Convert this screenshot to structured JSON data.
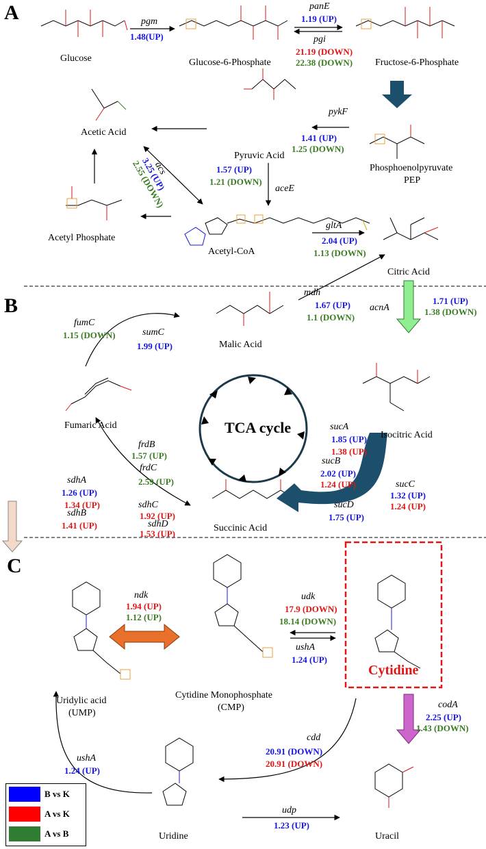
{
  "sections": {
    "a": "A",
    "b": "B",
    "c": "C"
  },
  "metabolites": {
    "glucose": "Glucose",
    "g6p": "Glucose-6-Phosphate",
    "f6p": "Fructose-6-Phosphate",
    "acetic": "Acetic Acid",
    "pyruvic": "Pyruvic Acid",
    "pep1": "Phosphoenolpyruvate",
    "pep2": "PEP",
    "acetylp": "Acetyl Phosphate",
    "acetylcoa": "Acetyl-CoA",
    "citric": "Citric Acid",
    "malic": "Malic Acid",
    "isocitric": "Isocitric Acid",
    "fumaric": "Fumaric Acid",
    "succinic": "Succinic Acid",
    "ump1": "Uridylic acid",
    "ump2": "(UMP)",
    "cmp1": "Cytidine Monophosphate",
    "cmp2": "(CMP)",
    "cytidine": "Cytidine",
    "uridine": "Uridine",
    "uracil": "Uracil"
  },
  "tca_label": "TCA cycle",
  "genes": {
    "pgm": "pgm",
    "panE": "panE",
    "pgi": "pgi",
    "pykF": "pykF",
    "acs": "acs",
    "aceE": "aceE",
    "gltA": "gltA",
    "mdh": "mdh",
    "acnA": "acnA",
    "fumC": "fumC",
    "sumC": "sumC",
    "sucA": "sucA",
    "sucB": "sucB",
    "sucC": "sucC",
    "sucD": "sucD",
    "frdB": "frdB",
    "frdC": "frdC",
    "sdhA": "sdhA",
    "sdhB": "sdhB",
    "sdhC": "sdhC",
    "sdhD": "sdhD",
    "ndk": "ndk",
    "udk": "udk",
    "ushA1": "ushA",
    "ushA2": "ushA",
    "codA": "codA",
    "cdd": "cdd",
    "udp": "udp"
  },
  "values": {
    "pgm_b": "1.48(UP)",
    "panE_b": "1.19 (UP)",
    "pgi_r": "21.19 (DOWN)",
    "pgi_g": "22.38 (DOWN)",
    "pykF_b": "1.41 (UP)",
    "pykF_g": "1.25 (DOWN)",
    "acs_b": "3.25 (UP)",
    "acs_g": "2.55 (DOWN)",
    "aceE_b": "1.57 (UP)",
    "aceE_g": "1.21 (DOWN)",
    "gltA_b": "2.04 (UP)",
    "gltA_g": "1.13 (DOWN)",
    "mdh_b": "1.67 (UP)",
    "mdh_g": "1.1 (DOWN)",
    "acnA_b": "1.71 (UP)",
    "acnA_g": "1.38 (DOWN)",
    "fumC_g": "1.15 (DOWN)",
    "sumC_b": "1.99 (UP)",
    "sucA_b": "1.85 (UP)",
    "sucA_r": "1.38 (UP)",
    "sucB_b": "2.02 (UP)",
    "sucB_r": "1.24 (UP)",
    "sucC_b": "1.32 (UP)",
    "sucC_r": "1.24 (UP)",
    "sucD_b": "1.75 (UP)",
    "frdB_g": "1.57 (UP)",
    "frdC_g": "2.59 (UP)",
    "sdhA_b": "1.26 (UP)",
    "sdhA_r": "1.34 (UP)",
    "sdhB_r": "1.41 (UP)",
    "sdhC_r": "1.92 (UP)",
    "sdhD_r": "1.53 (UP)",
    "ndk_r": "1.94 (UP)",
    "ndk_g": "1.12 (UP)",
    "udk_r": "17.9 (DOWN)",
    "udk_g": "18.14 (DOWN)",
    "ushA1_b": "1.24 (UP)",
    "codA_b": "2.25 (UP)",
    "codA_g": "1.43 (DOWN)",
    "cdd_b": "20.91 (DOWN)",
    "cdd_r": "20.91 (DOWN)",
    "ushA2_b": "1.24 (UP)",
    "udp_b": "1.23 (UP)"
  },
  "legend": [
    {
      "label": "B vs K",
      "color": "#0000ff"
    },
    {
      "label": "A vs K",
      "color": "#ff0000"
    },
    {
      "label": "A vs B",
      "color": "#2e7d32"
    }
  ],
  "colors": {
    "blue": "#1515e0",
    "red": "#e01515",
    "green": "#3a7d22",
    "dark_arrow": "#1b4f6b"
  }
}
